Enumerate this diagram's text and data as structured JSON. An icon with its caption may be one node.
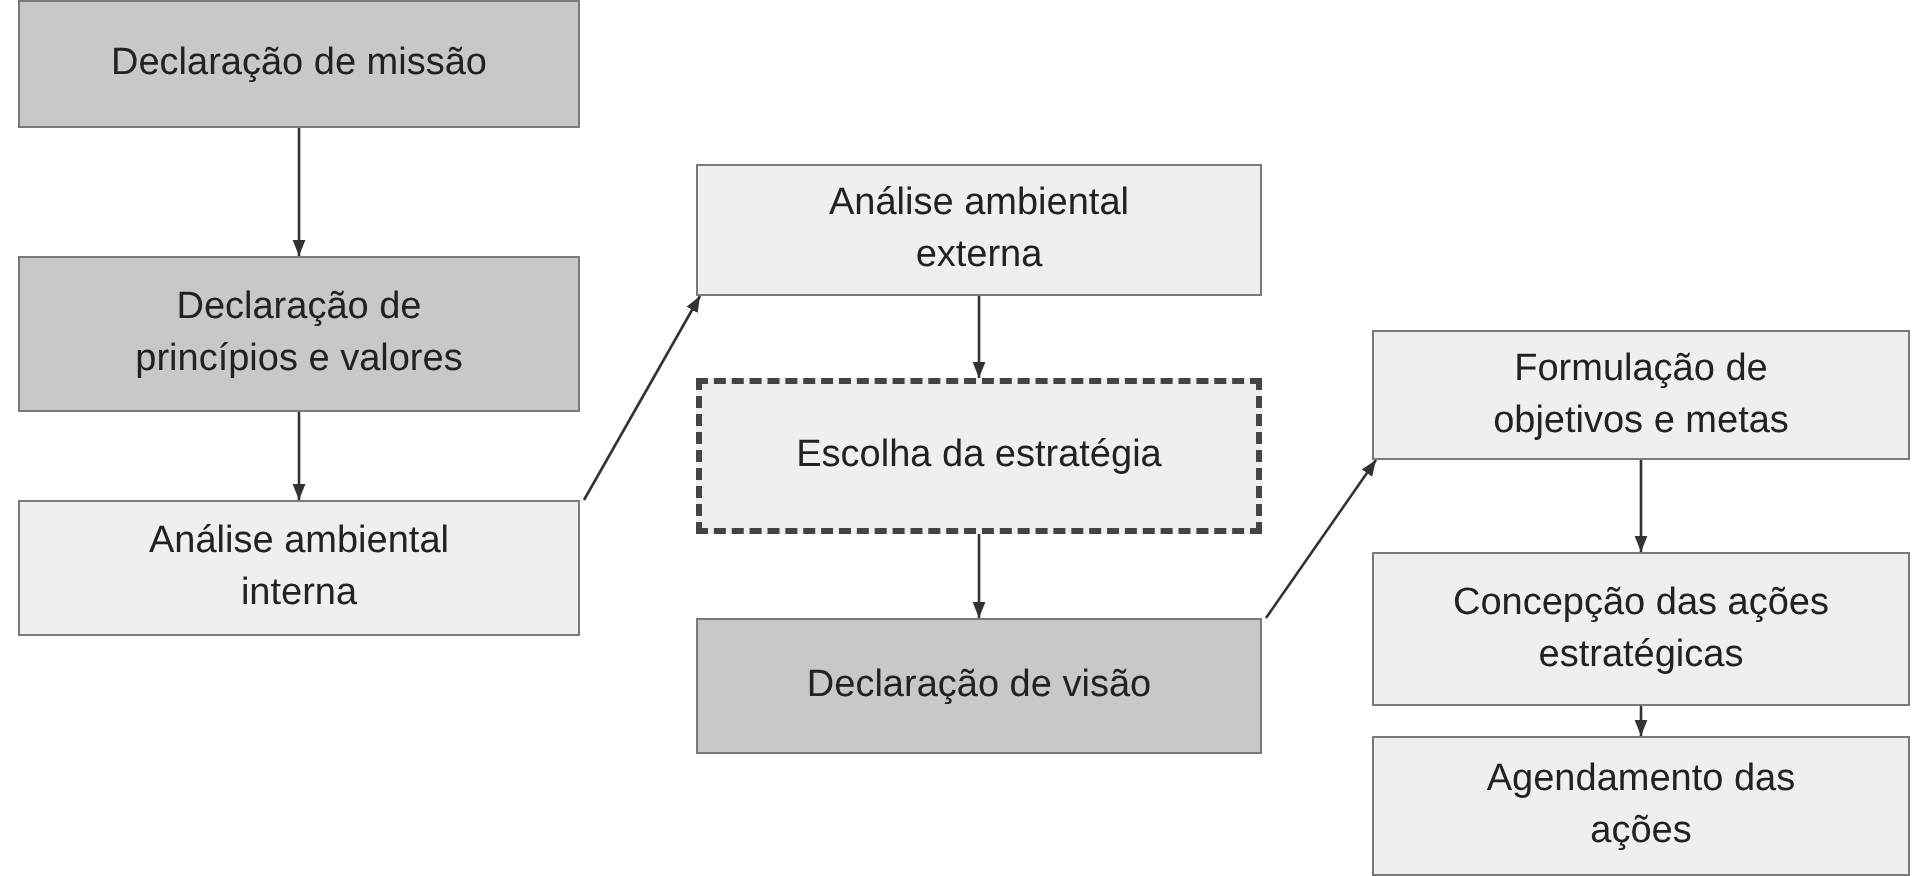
{
  "diagram": {
    "nodes": [
      {
        "text": [
          "Declaração de missão"
        ]
      },
      {
        "text": [
          "Declaração de princípios e valores"
        ]
      },
      {
        "text": [
          "Análise ambiental interna"
        ]
      },
      {
        "text": [
          "Análise ambiental externa"
        ]
      },
      {
        "text": [
          "Escolha da estratégia"
        ]
      },
      {
        "text": [
          "Declaração de visão"
        ]
      },
      {
        "text": [
          "Formulação de objetivos e metas"
        ]
      },
      {
        "text": [
          "Concepção das ações estratégicas"
        ]
      },
      {
        "text": [
          "Agendamento das ações"
        ]
      }
    ],
    "edges": [
      {
        "from": 0,
        "to": 1,
        "arrow": "to"
      },
      {
        "from": 1,
        "to": 2,
        "arrow": "to"
      },
      {
        "from": 2,
        "to": 3,
        "arrow": "to"
      },
      {
        "from": 3,
        "to": 4,
        "arrow": "to"
      },
      {
        "from": 4,
        "to": 5,
        "arrow": "to"
      },
      {
        "from": 5,
        "to": 6,
        "arrow": "to"
      },
      {
        "from": 6,
        "to": 7,
        "arrow": "to"
      },
      {
        "from": 7,
        "to": 8,
        "arrow": "to"
      }
    ]
  }
}
